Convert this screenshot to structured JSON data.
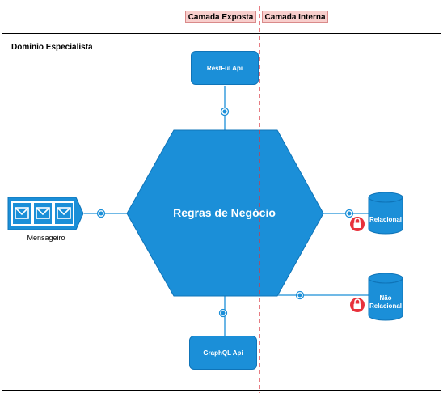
{
  "header": {
    "exposed_layer": "Camada Exposta",
    "internal_layer": "Camada Interna"
  },
  "frame": {
    "title": "Dominio Especialista"
  },
  "core": {
    "label": "Regras de Negócio"
  },
  "apis": {
    "top": "RestFul Api",
    "bottom": "GraphQL Api"
  },
  "messenger": {
    "label": "Mensageiro"
  },
  "databases": {
    "relational": "Relacional",
    "non_relational_line1": "Não",
    "non_relational_line2": "Relacional"
  },
  "colors": {
    "primary": "#1b8fd8",
    "border": "#0f74b8",
    "lock": "#e8313b",
    "boundary": "#d9363e",
    "tag_fill": "#f8cecc"
  },
  "icons": {
    "lock": "padlock-icon",
    "messenger": "envelope-queue-icon",
    "database": "cylinder-icon"
  }
}
